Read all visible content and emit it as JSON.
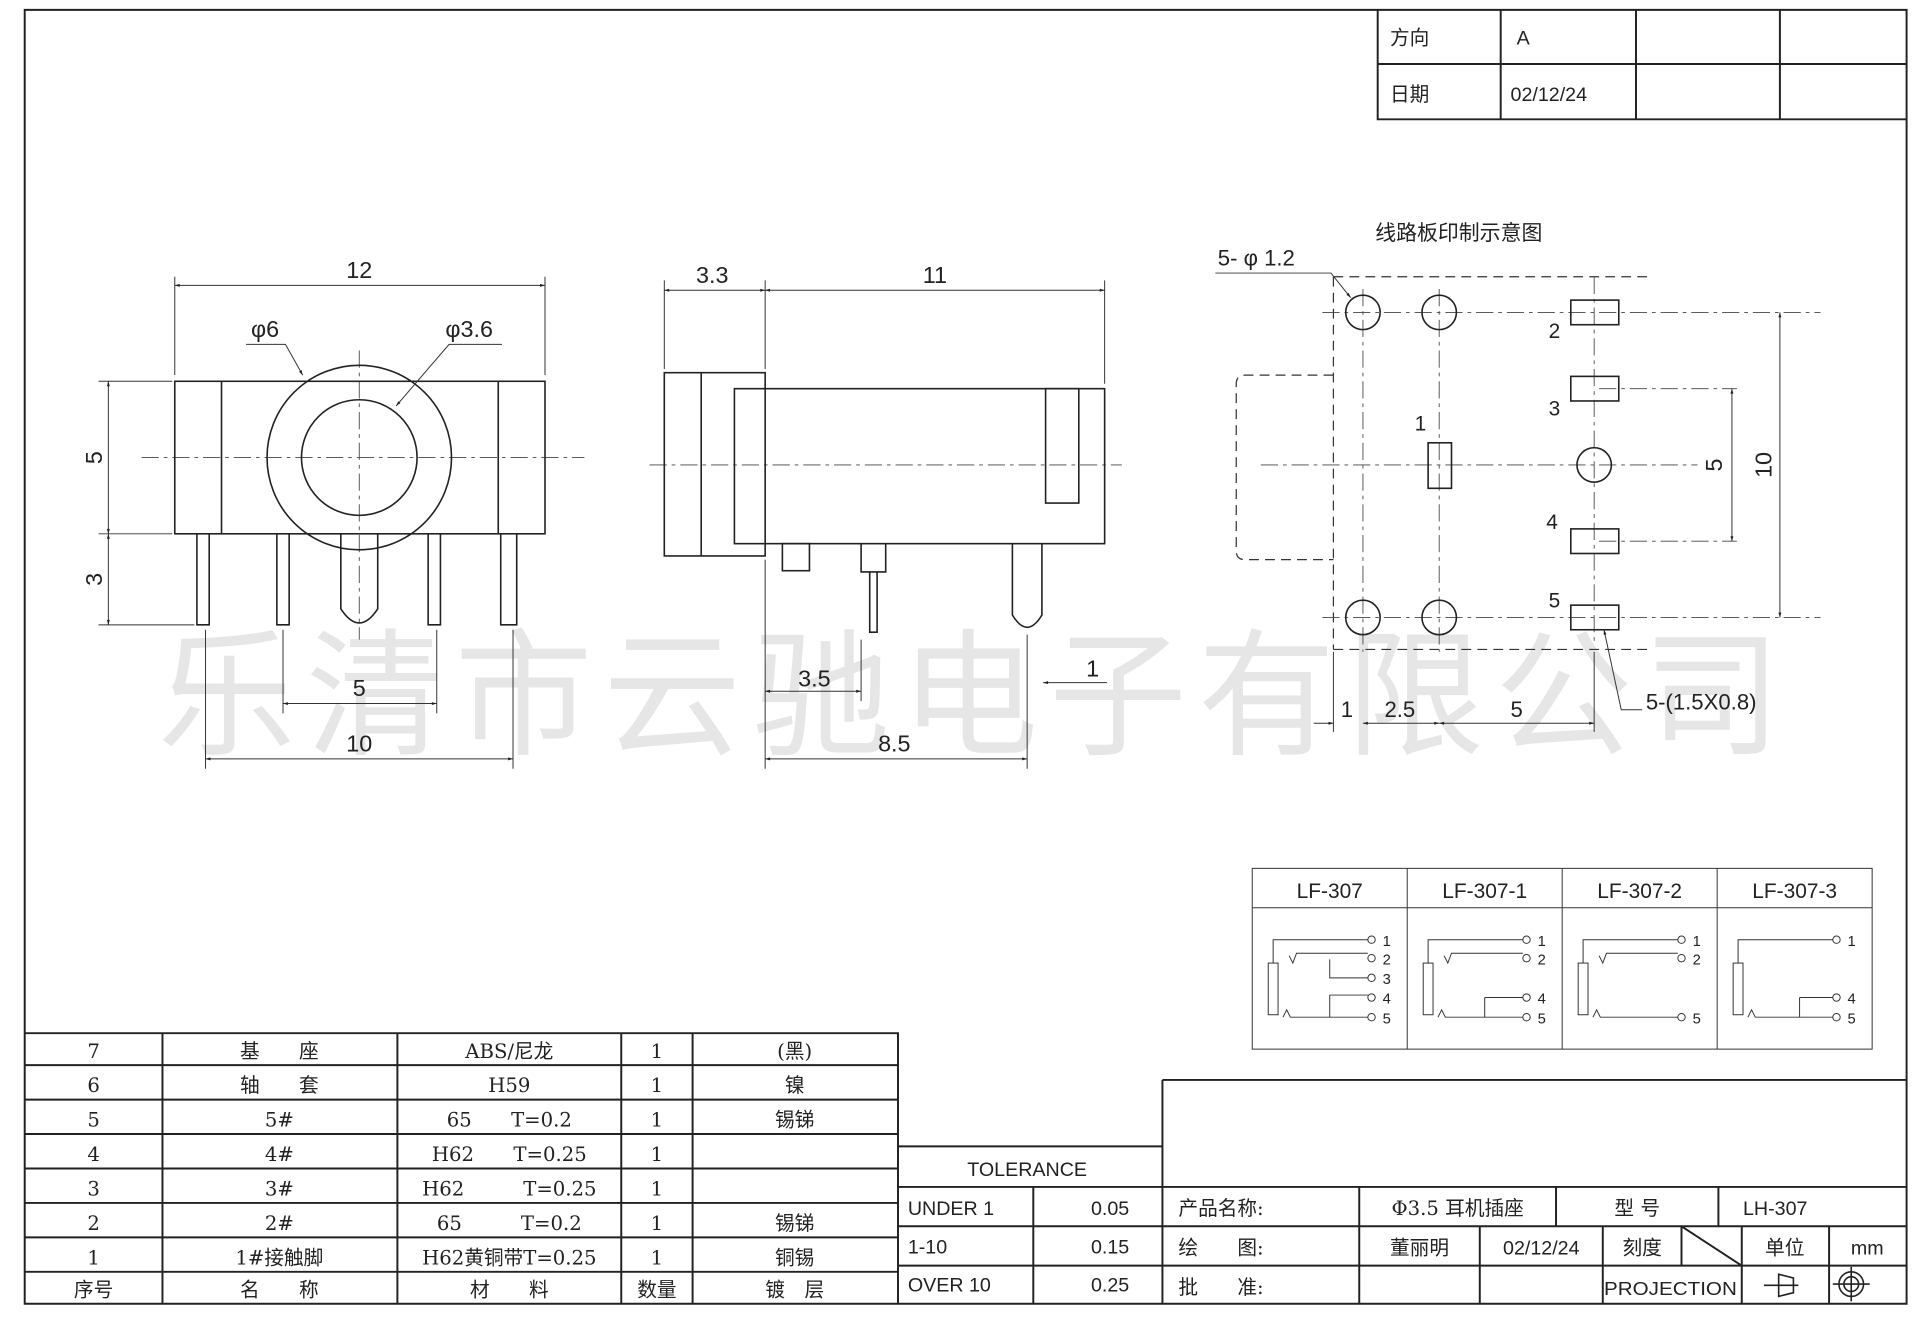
{
  "watermark": "乐清市云驰电子有限公司",
  "header_table": {
    "direction_label": "方向",
    "direction_value": "A",
    "date_label": "日期",
    "date_value": "02/12/24"
  },
  "front_view": {
    "width": "12",
    "outer_dia": "φ6",
    "inner_dia": "φ3.6",
    "height": "5",
    "pin_len": "3",
    "pin_pitch": "5",
    "pin_span": "10"
  },
  "side_view": {
    "front_len": "3.3",
    "body_len": "11",
    "pin_offset": "3.5",
    "pin_span": "8.5",
    "pin_end": "1"
  },
  "pcb_view": {
    "title": "线路板印制示意图",
    "hole_note": "5- φ 1.2",
    "pad_note": "5-(1.5X0.8)",
    "pin_labels": [
      "1",
      "2",
      "3",
      "4",
      "5"
    ],
    "dim_10": "10",
    "dim_5v": "5",
    "dim_1": "1",
    "dim_25": "2.5",
    "dim_5h": "5"
  },
  "variants": [
    {
      "name": "LF-307",
      "pins": [
        "1",
        "2",
        "3",
        "4",
        "5"
      ]
    },
    {
      "name": "LF-307-1",
      "pins": [
        "1",
        "2",
        "4",
        "5"
      ]
    },
    {
      "name": "LF-307-2",
      "pins": [
        "1",
        "2",
        "5"
      ]
    },
    {
      "name": "LF-307-3",
      "pins": [
        "1",
        "4",
        "5"
      ]
    }
  ],
  "bom": {
    "headers": [
      "序号",
      "名　　称",
      "材　　料",
      "数量",
      "镀　层"
    ],
    "rows": [
      [
        "7",
        "基　　座",
        "ABS/尼龙",
        "1",
        "(黑)"
      ],
      [
        "6",
        "轴　　套",
        "H59",
        "1",
        "镍"
      ],
      [
        "5",
        "5#",
        "65　　T=0.2",
        "1",
        "锡锑"
      ],
      [
        "4",
        "4#",
        "H62　　T=0.25",
        "1",
        ""
      ],
      [
        "3",
        "3#",
        "H62　　　T=0.25",
        "1",
        ""
      ],
      [
        "2",
        "2#",
        "65　　　T=0.2",
        "1",
        "锡锑"
      ],
      [
        "1",
        "1#接触脚",
        "H62黄铜带T=0.25",
        "1",
        "铜锡"
      ]
    ]
  },
  "tolerance": {
    "title": "TOLERANCE",
    "rows": [
      [
        "UNDER 1",
        "0.05"
      ],
      [
        "1-10",
        "0.15"
      ],
      [
        "OVER 10",
        "0.25"
      ]
    ]
  },
  "title_block": {
    "product_label": "产品名称:",
    "product_value": "Φ3.5 耳机插座",
    "model_label": "型 号",
    "model_value": "LH-307",
    "drawn_label": "绘　　图:",
    "drawn_by": "董丽明",
    "drawn_date": "02/12/24",
    "scale_label": "刻度",
    "unit_label": "单位",
    "unit_value": "mm",
    "approved_label": "批　　准:",
    "projection_label": "PROJECTION"
  }
}
